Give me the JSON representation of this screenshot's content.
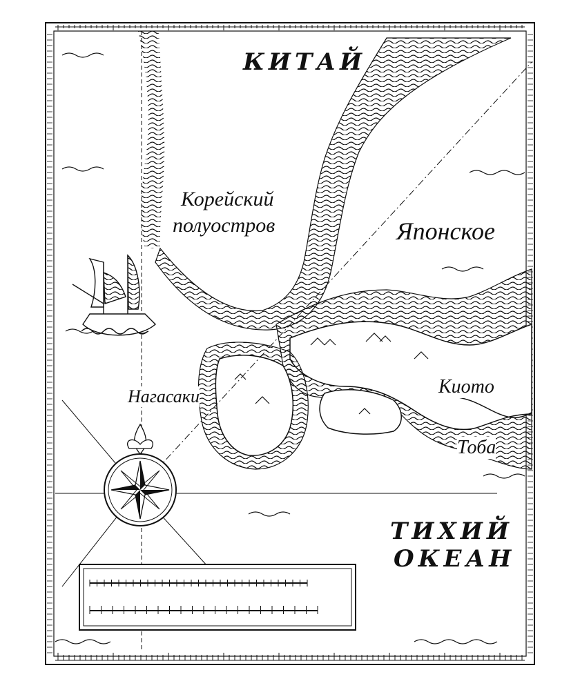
{
  "colors": {
    "ink": "#111111",
    "paper": "#ffffff",
    "sea_fill": "#ffffff"
  },
  "labels": {
    "china": "КИТАЙ",
    "korea_line1": "Корейский",
    "korea_line2": "полуостров",
    "sea_of_japan": "Японское",
    "nagasaki": "Нагасаки",
    "kyoto": "Киото",
    "toba": "Тоба",
    "pacific_line1": "ТИХИЙ",
    "pacific_line2": "ОКЕАН"
  },
  "icons": {
    "compass": "compass-rose-icon",
    "ship": "sailing-ship-icon",
    "scale": "scale-bar-icon"
  }
}
